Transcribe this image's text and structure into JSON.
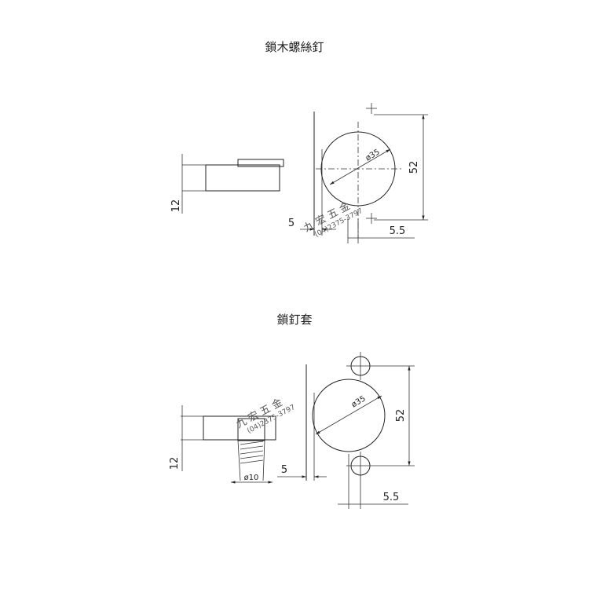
{
  "top": {
    "title": "鎖木螺絲釘",
    "dim_height": "12",
    "dim_offset": "5",
    "dim_diameter": "ø35",
    "dim_spacing": "52",
    "dim_edge": "5.5"
  },
  "bottom": {
    "title": "鎖釘套",
    "dim_height": "12",
    "dim_thread": "ø10",
    "dim_offset": "5",
    "dim_diameter": "ø35",
    "dim_spacing": "52",
    "dim_edge": "5.5"
  },
  "watermark": {
    "name": "九 宏 五 金",
    "phone": "(04)2375-3797"
  }
}
